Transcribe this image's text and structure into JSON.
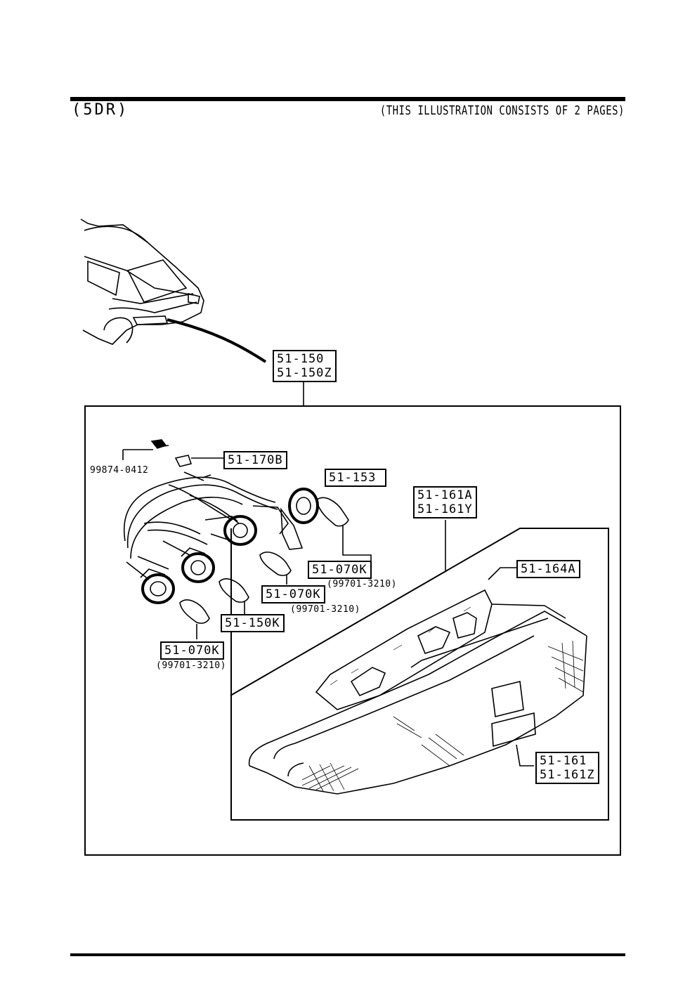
{
  "header": {
    "variant": "(5DR)",
    "note": "(THIS ILLUSTRATION CONSISTS OF  2 PAGES)"
  },
  "parts": {
    "assembly": [
      "51-150",
      "51-150Z"
    ],
    "bracket": "51-170B",
    "screw": "99874-0412",
    "socket": "51-153",
    "lens_pair": [
      "51-161A",
      "51-161Y"
    ],
    "gasket": "51-164A",
    "bulb_upper": "51-070K",
    "bulb_upper_sub": "(99701-3210)",
    "bulb_middle": "51-070K",
    "bulb_middle_sub": "(99701-3210)",
    "bulb_lower": "51-070K",
    "bulb_lower_sub": "(99701-3210)",
    "small_bulb": "51-150K",
    "lamp_body": [
      "51-161",
      "51-161Z"
    ]
  }
}
